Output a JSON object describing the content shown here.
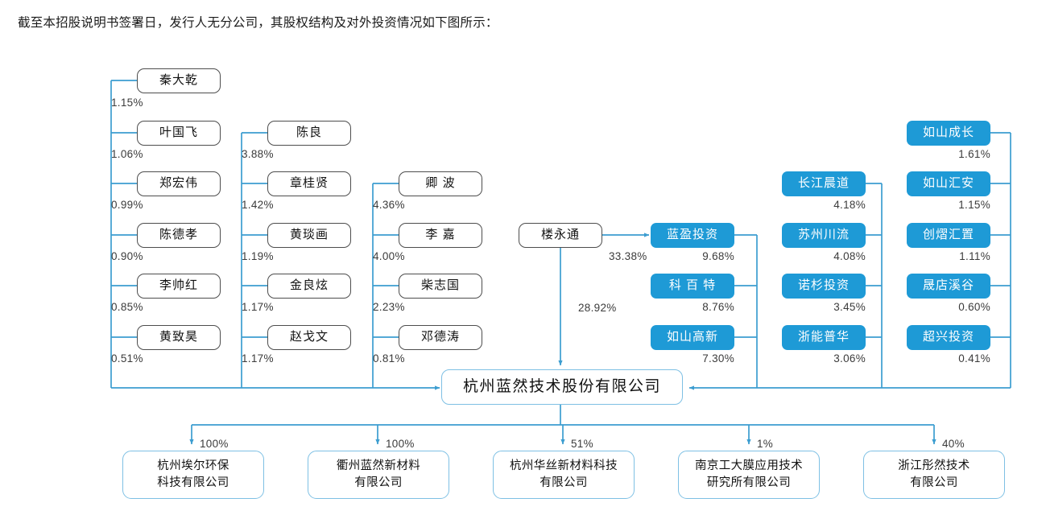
{
  "intro": {
    "text": "截至本招股说明书签署日，发行人无分公司，其股权结构及对外投资情况如下图所示："
  },
  "colors": {
    "institution_fill": "#1E9AD6",
    "person_border": "#4d4d4d",
    "wire": "#3C9DD0",
    "issuer_border": "#7EC0E4"
  },
  "issuer": {
    "name": "杭州蓝然技术股份有限公司"
  },
  "controller": {
    "name": "楼永通",
    "pct_to_issuer": "28.92%",
    "pct_to_lanying": "33.38%"
  },
  "columns": [
    {
      "id": "persons-col-1",
      "kind": "person",
      "items": [
        {
          "name": "秦大乾",
          "pct": "1.15%"
        },
        {
          "name": "叶国飞",
          "pct": "1.06%"
        },
        {
          "name": "郑宏伟",
          "pct": "0.99%"
        },
        {
          "name": "陈德孝",
          "pct": "0.90%"
        },
        {
          "name": "李帅红",
          "pct": "0.85%"
        },
        {
          "name": "黄致昊",
          "pct": "0.51%"
        }
      ]
    },
    {
      "id": "persons-col-2",
      "kind": "person",
      "items": [
        {
          "name": "陈良",
          "pct": "3.88%"
        },
        {
          "name": "章桂贤",
          "pct": "1.42%"
        },
        {
          "name": "黄琰画",
          "pct": "1.19%"
        },
        {
          "name": "金良炫",
          "pct": "1.17%"
        },
        {
          "name": "赵戈文",
          "pct": "1.17%"
        }
      ]
    },
    {
      "id": "persons-col-3",
      "kind": "person",
      "items": [
        {
          "name": "卿 波",
          "pct": "4.36%"
        },
        {
          "name": "李 嘉",
          "pct": "4.00%"
        },
        {
          "name": "柴志国",
          "pct": "2.23%"
        },
        {
          "name": "邓德涛",
          "pct": "0.81%"
        }
      ]
    },
    {
      "id": "institutions-col-1",
      "kind": "institution",
      "items": [
        {
          "name": "蓝盈投资",
          "pct": "9.68%"
        },
        {
          "name": "科 百 特",
          "pct": "8.76%"
        },
        {
          "name": "如山高新",
          "pct": "7.30%"
        }
      ]
    },
    {
      "id": "institutions-col-2",
      "kind": "institution",
      "items": [
        {
          "name": "长江晨道",
          "pct": "4.18%"
        },
        {
          "name": "苏州川流",
          "pct": "4.08%"
        },
        {
          "name": "诺杉投资",
          "pct": "3.45%"
        },
        {
          "name": "浙能普华",
          "pct": "3.06%"
        }
      ]
    },
    {
      "id": "institutions-col-3",
      "kind": "institution",
      "items": [
        {
          "name": "如山成长",
          "pct": "1.61%"
        },
        {
          "name": "如山汇安",
          "pct": "1.15%"
        },
        {
          "name": "创熠汇置",
          "pct": "1.11%"
        },
        {
          "name": "晟店溪谷",
          "pct": "0.60%"
        },
        {
          "name": "超兴投资",
          "pct": "0.41%"
        }
      ]
    }
  ],
  "subsidiaries": [
    {
      "name": "杭州埃尔环保\n科技有限公司",
      "pct": "100%"
    },
    {
      "name": "衢州蓝然新材料\n有限公司",
      "pct": "100%"
    },
    {
      "name": "杭州华丝新材料科技\n有限公司",
      "pct": "51%"
    },
    {
      "name": "南京工大膜应用技术\n研究所有限公司",
      "pct": "1%"
    },
    {
      "name": "浙江彤然技术\n有限公司",
      "pct": "40%"
    }
  ]
}
